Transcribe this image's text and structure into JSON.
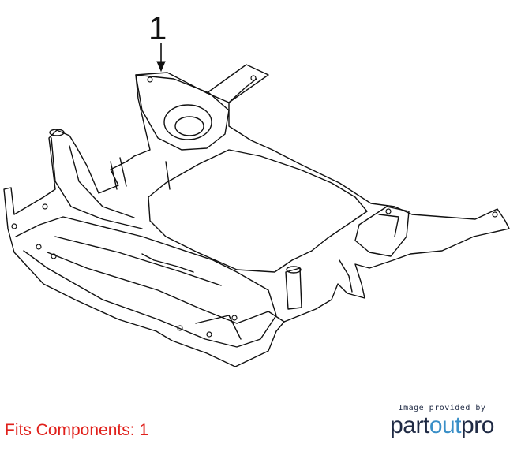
{
  "diagram": {
    "callout_label": "1"
  },
  "footer": {
    "fits_components": "Fits Components: 1",
    "credit_line": "Image provided by",
    "brand_part": "part",
    "brand_out": "out",
    "brand_pro": "pro"
  },
  "colors": {
    "fits_text": "#e0201b",
    "brand_dark": "#1f2a44",
    "brand_blue": "#3a8fc7",
    "line": "#111111"
  }
}
